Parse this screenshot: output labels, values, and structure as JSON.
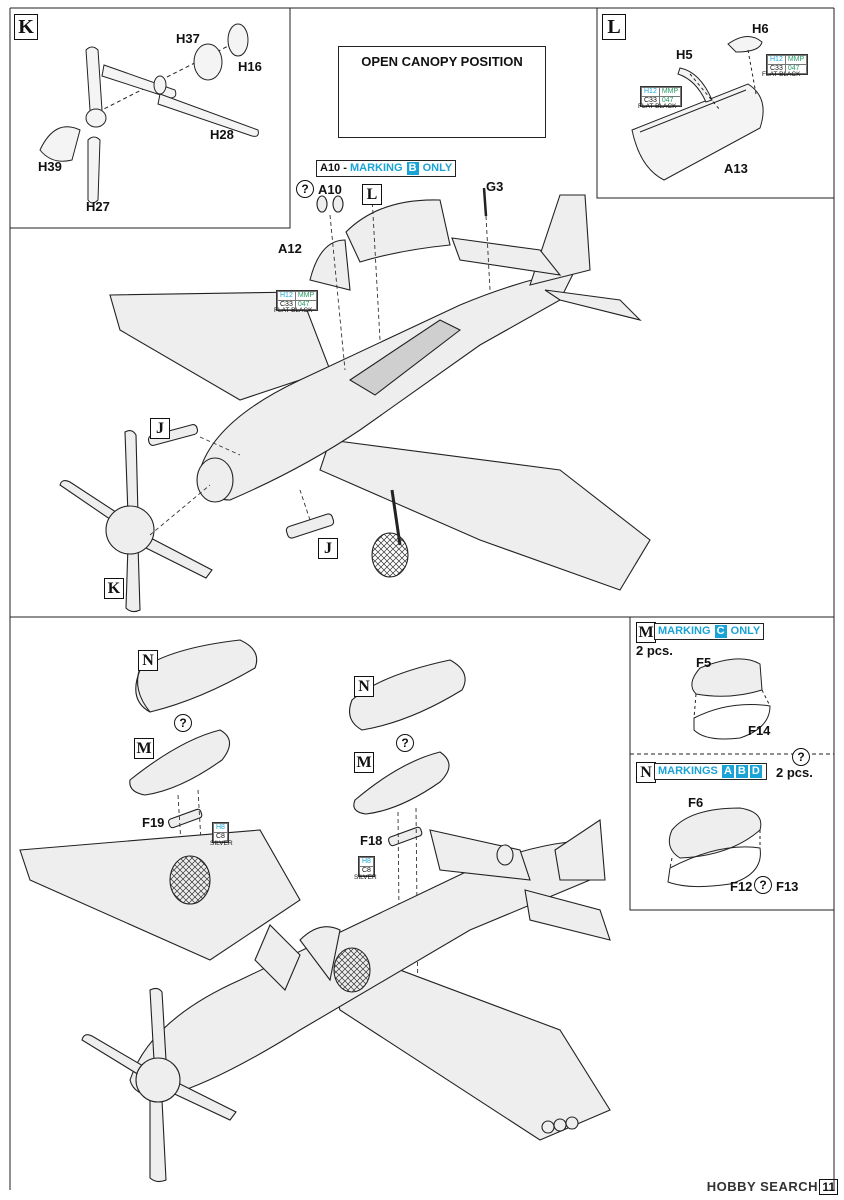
{
  "panel_k": {
    "badge": "K",
    "parts": [
      "H37",
      "H16",
      "H28",
      "H39",
      "H27"
    ]
  },
  "panel_l": {
    "badge": "L",
    "parts": [
      "H6",
      "H5",
      "A13"
    ]
  },
  "open_canopy": {
    "title": "OPEN CANOPY POSITION"
  },
  "top_view": {
    "marking_note": {
      "prefix": "A10 - ",
      "word": "MARKING",
      "letter": "B",
      "suffix": "ONLY"
    },
    "parts": [
      "A10",
      "A12",
      "G3"
    ],
    "callouts": [
      "L",
      "J",
      "J",
      "K"
    ]
  },
  "paint_black": {
    "h": "H12",
    "brand": "MMP",
    "c": "C33",
    "code": "047",
    "name": "FLAT BLACK"
  },
  "paint_silver": {
    "h": "H8",
    "c": "C8",
    "name": "SILVER"
  },
  "bottom_view": {
    "callouts": [
      "N",
      "M",
      "N",
      "M"
    ],
    "parts": [
      "F19",
      "F18"
    ]
  },
  "panel_m": {
    "badge": "M",
    "word": "MARKING",
    "letter": "C",
    "suffix": "ONLY",
    "qty": "2 pcs.",
    "parts": [
      "F5",
      "F14"
    ]
  },
  "panel_n": {
    "badge": "N",
    "word": "MARKINGS",
    "letters": [
      "A",
      "B",
      "D"
    ],
    "qty": "2 pcs.",
    "parts": [
      "F6",
      "F12",
      "F13"
    ]
  },
  "footer": {
    "watermark": "HOBBY SEARCH",
    "page": "11"
  },
  "icons": [
    "question-icon",
    "propeller-icon",
    "canopy-icon",
    "drop-tank-icon",
    "aircraft-icon"
  ]
}
